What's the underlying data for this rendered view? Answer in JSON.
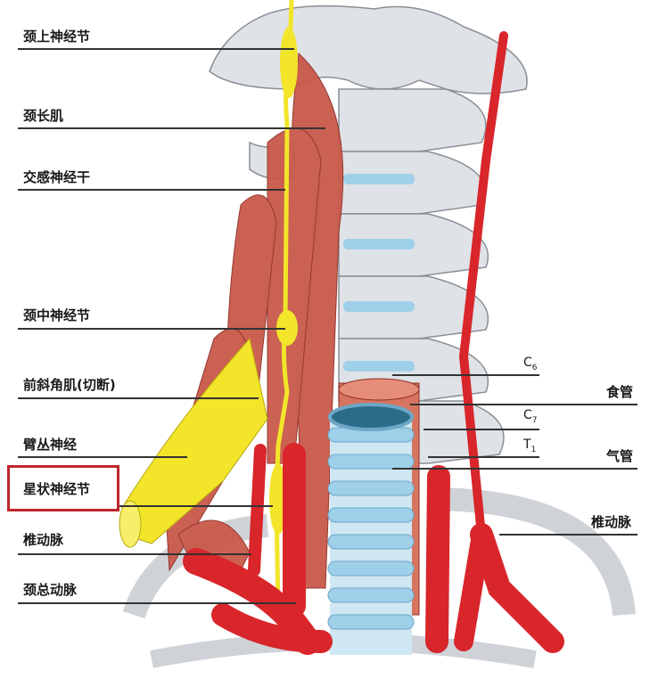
{
  "left_labels": {
    "superior_cervical_ganglion": "颈上神经节",
    "longus_colli": "颈长肌",
    "sympathetic_trunk": "交感神经干",
    "middle_cervical_ganglion": "颈中神经节",
    "anterior_scalene": "前斜角肌(切断)",
    "brachial_plexus": "臂丛神经",
    "stellate_ganglion": "星状神经节",
    "vertebral_artery": "椎动脉",
    "common_carotid": "颈总动脉"
  },
  "right_labels": {
    "c6": "C",
    "c6_sub": "6",
    "esophagus": "食管",
    "c7": "C",
    "c7_sub": "7",
    "t1": "T",
    "t1_sub": "1",
    "trachea": "气管",
    "vertebral_artery": "椎动脉"
  },
  "highlight": {
    "target": "星状神经节",
    "color": "#c0262b"
  },
  "colors": {
    "artery": "#d8262b",
    "nerve": "#f2e52a",
    "muscle": "#c9594a",
    "bone": "#d9dde2",
    "cartilage": "#9fd0ea"
  }
}
